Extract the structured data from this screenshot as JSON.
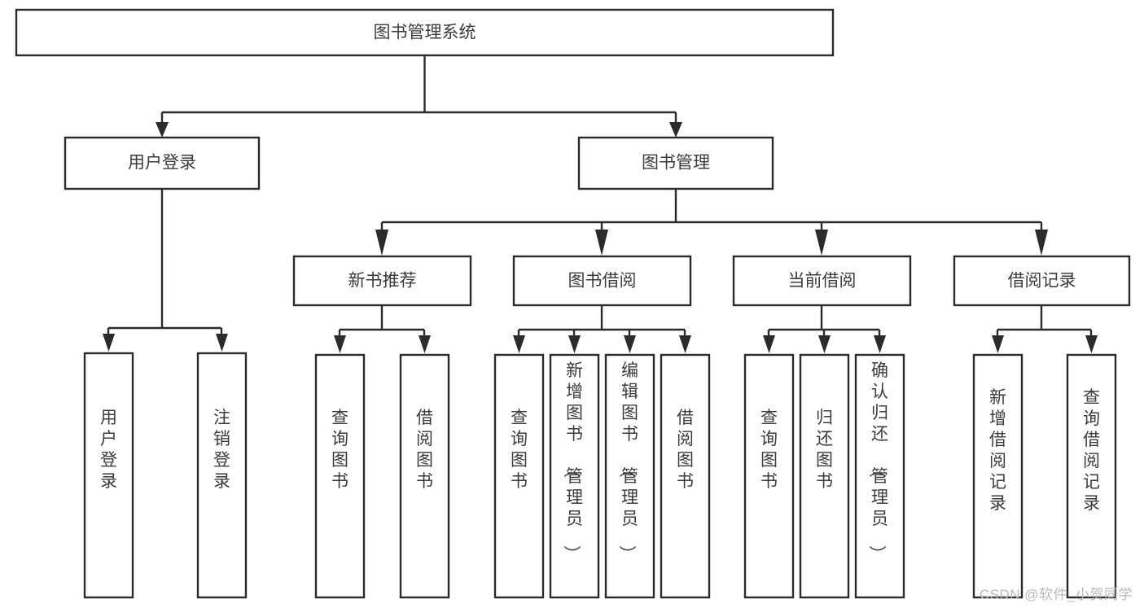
{
  "diagram": {
    "title": "图书管理系统",
    "type": "hierarchy-tree",
    "watermark": "CSDN @软件_小贺同学",
    "colors": {
      "stroke": "#2b2b2b",
      "fill": "#ffffff",
      "text": "#3b3b3b",
      "watermark": "#b9b9b9"
    },
    "levels": {
      "root": {
        "label": "图书管理系统"
      },
      "level2": [
        {
          "id": "user-login",
          "label": "用户登录"
        },
        {
          "id": "book-management",
          "label": "图书管理"
        }
      ],
      "level3": [
        {
          "id": "new-book-recommend",
          "label": "新书推荐"
        },
        {
          "id": "book-borrow",
          "label": "图书借阅"
        },
        {
          "id": "current-borrow",
          "label": "当前借阅"
        },
        {
          "id": "borrow-record",
          "label": "借阅记录"
        }
      ],
      "leaves": {
        "user-login": [
          {
            "id": "leaf-user-login",
            "label": "用户登录"
          },
          {
            "id": "leaf-logout-login",
            "label": "注销登录"
          }
        ],
        "new-book-recommend": [
          {
            "id": "leaf-query-book-1",
            "label": "查询图书"
          },
          {
            "id": "leaf-borrow-book-1",
            "label": "借阅图书"
          }
        ],
        "book-borrow": [
          {
            "id": "leaf-query-book-2",
            "label": "查询图书"
          },
          {
            "id": "leaf-add-book",
            "label": "新增图书（管理员）"
          },
          {
            "id": "leaf-edit-book",
            "label": "编辑图书（管理员）"
          },
          {
            "id": "leaf-borrow-book-2",
            "label": "借阅图书"
          }
        ],
        "current-borrow": [
          {
            "id": "leaf-query-book-3",
            "label": "查询图书"
          },
          {
            "id": "leaf-return-book",
            "label": "归还图书"
          },
          {
            "id": "leaf-confirm-return",
            "label": "确认归还（管理员）"
          }
        ],
        "borrow-record": [
          {
            "id": "leaf-add-record",
            "label": "新增借阅记录"
          },
          {
            "id": "leaf-query-record",
            "label": "查询借阅记录"
          }
        ]
      }
    }
  }
}
